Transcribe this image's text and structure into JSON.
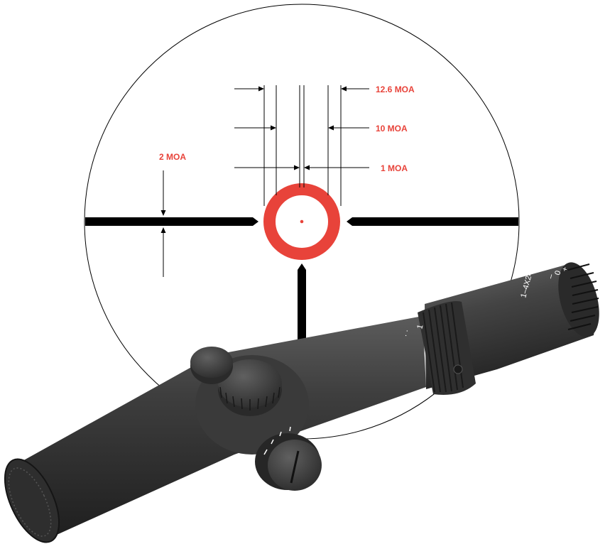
{
  "reticle": {
    "labels": {
      "outer_ring": "12.6 MOA",
      "inner_ring": "10 MOA",
      "dot": "1 MOA",
      "post_thickness": "2 MOA"
    },
    "colors": {
      "label": "#e8433a",
      "ring": "#e8433a",
      "crosshair": "#000000"
    }
  },
  "scope": {
    "power_marks": {
      "low": "1",
      "dots": "· ·",
      "high": "1–4X24"
    },
    "diopter_marks": {
      "minus": "–",
      "zero": "0",
      "plus": "+"
    },
    "colors": {
      "body": "#3b3b3b",
      "highlight": "#6b6b6b",
      "shadow": "#1c1c1c"
    }
  }
}
